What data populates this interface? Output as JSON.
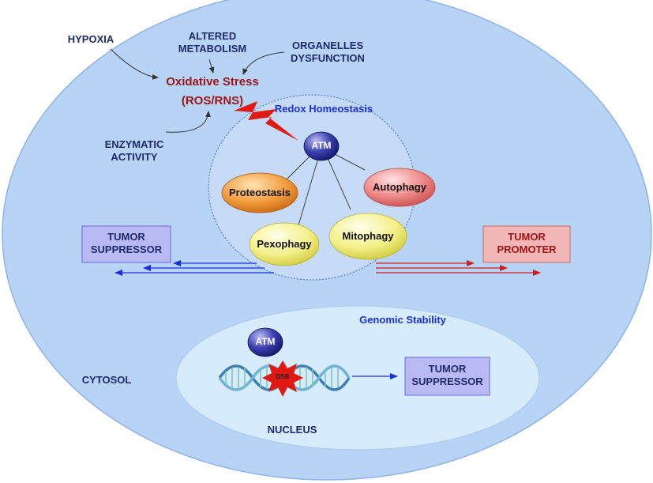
{
  "stressors": {
    "hypoxia": "HYPOXIA",
    "altered_metabolism": "ALTERED\nMETABOLISM",
    "organelles_dysfunction": "ORGANELLES\nDYSFUNCTION",
    "enzymatic_activity": "ENZYMATIC\nACTIVITY"
  },
  "oxidative_stress": {
    "line1": "Oxidative Stress",
    "line2": "(ROS/RNS)"
  },
  "redox": {
    "title": "Redox Homeostasis",
    "atm": "ATM",
    "nodes": {
      "proteostasis": "Proteostasis",
      "autophagy": "Autophagy",
      "pexophagy": "Pexophagy",
      "mitophagy": "Mitophagy"
    }
  },
  "outcomes": {
    "tumor_suppressor_left": "TUMOR\nSUPPRESSOR",
    "tumor_promoter": "TUMOR\nPROMOTER",
    "tumor_suppressor_nucleus": "TUMOR\nSUPPRESSOR"
  },
  "genomic": {
    "title": "Genomic Stability",
    "atm": "ATM",
    "dsb": "DSB"
  },
  "compartments": {
    "cytosol": "CYTOSOL",
    "nucleus": "NUCLEUS"
  },
  "colors": {
    "cell": "#b7d3f6",
    "nucleus": "#d6ebfb",
    "suppressor_box": "#b9b9f4",
    "promoter_box": "#f2b6b6",
    "arrow_blue": "#1d2fd6",
    "arrow_red": "#d21e1e",
    "bolt": "#e01a12"
  }
}
